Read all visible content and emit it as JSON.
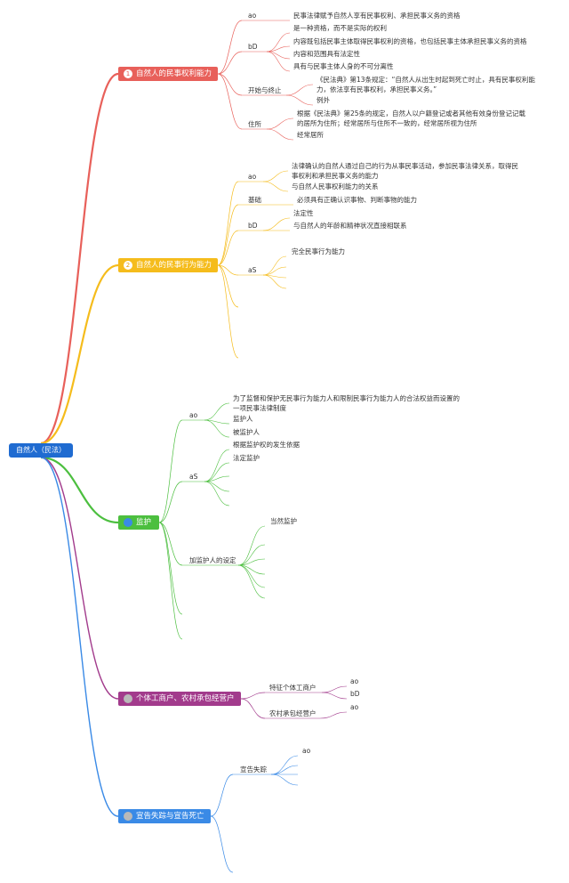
{
  "root": {
    "label": "自然人（民法）"
  },
  "colors": {
    "red": "#e8605a",
    "yellow": "#f5bc1c",
    "green": "#4cbf3f",
    "purple": "#a23b8c",
    "blue": "#3a8ae6",
    "root": "#1f6bd1"
  },
  "branches": [
    {
      "id": "b1",
      "label": "自然人的民事权利能力",
      "badge": "1",
      "children": [
        {
          "label": "ao",
          "items": [
            "民事法律赋予自然人享有民事权利、承担民事义务的资格"
          ]
        },
        {
          "label": "bD",
          "items": [
            "是一种资格，而不是实际的权利",
            "内容既包括民事主体取得民事权利的资格，也包括民事主体承担民事义务的资格",
            "内容和范围具有法定性",
            "具有与民事主体人身的不可分离性"
          ]
        },
        {
          "label": "开始与终止",
          "items": [
            "《民法典》第13条规定：“自然人从出生时起到死亡时止，具有民事权利能力，依法享有民事权利，承担民事义务。”",
            "例外"
          ]
        },
        {
          "label": "住所",
          "items": [
            "根据《民法典》第25条的规定，自然人以户籍登记或者其他有效身份登记记载的居所为住所；经常居所与住所不一致的，经常居所视为住所",
            "经常居所"
          ]
        }
      ]
    },
    {
      "id": "b2",
      "label": "自然人的民事行为能力",
      "badge": "2",
      "children": [
        {
          "label": "ao",
          "items": [
            "法律确认的自然人通过自己的行为从事民事活动，参加民事法律关系，取得民事权利和承担民事义务的能力",
            "与自然人民事权利能力的关系"
          ]
        },
        {
          "label": "基础",
          "items": [
            "必须具有正确认识事物、判断事物的能力"
          ]
        },
        {
          "label": "bD",
          "items": [
            "法定性",
            "与自然人的年龄和精神状况直接相联系"
          ]
        },
        {
          "label": "aS",
          "items": [
            "完全民事行为能力"
          ]
        }
      ]
    },
    {
      "id": "b3",
      "label": "监护",
      "badge": "",
      "children": [
        {
          "label": "ao",
          "items": [
            "为了监督和保护无民事行为能力人和限制民事行为能力人的合法权益而设置的一项民事法律制度",
            "监护人",
            "被监护人"
          ]
        },
        {
          "label": "aS",
          "items": [
            "根据监护权的发生依据",
            "法定监护"
          ]
        },
        {
          "label": "加监护人的设定",
          "items": [
            "当然监护"
          ]
        }
      ]
    },
    {
      "id": "b4",
      "label": "个体工商户、农村承包经营户",
      "badge": "",
      "children": [
        {
          "label": "特征个体工商户",
          "items": [
            "ao",
            "bD"
          ]
        },
        {
          "label": "农村承包经营户",
          "items": [
            "ao"
          ]
        }
      ]
    },
    {
      "id": "b5",
      "label": "宣告失踪与宣告死亡",
      "badge": "",
      "children": [
        {
          "label": "宣告失踪",
          "items": [
            "ao"
          ]
        }
      ]
    }
  ]
}
